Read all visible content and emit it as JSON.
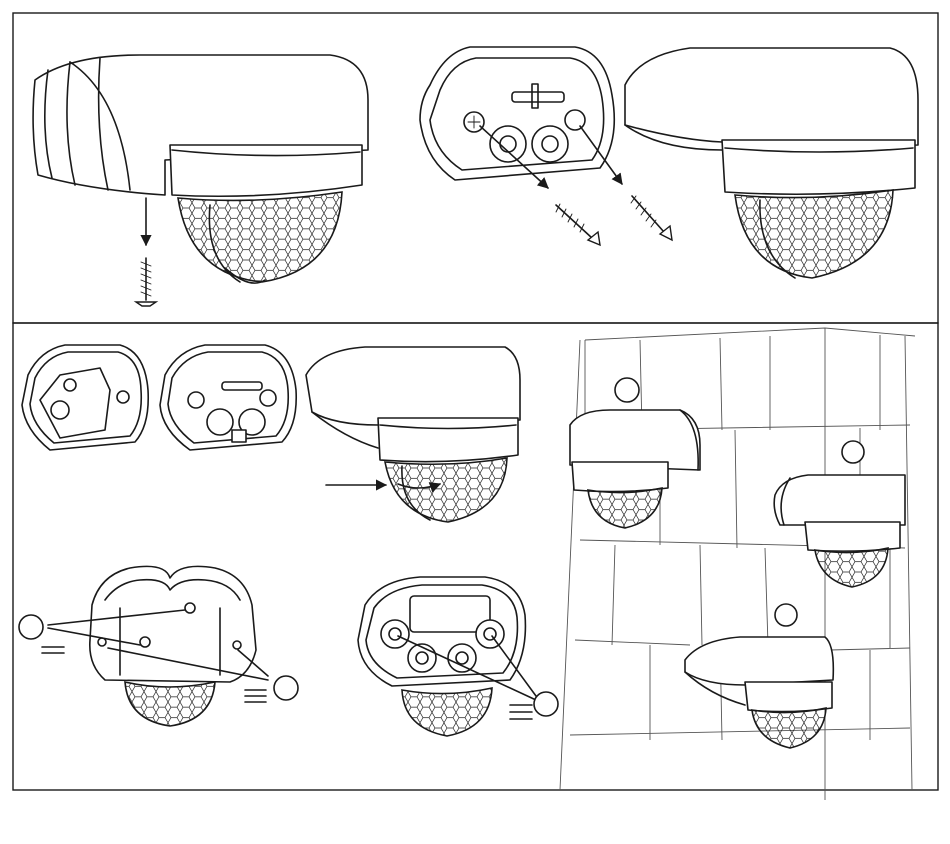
{
  "figure": {
    "panels": [
      {
        "id": "top",
        "steps": [
          "remove-sensor-head",
          "screw-mount-base",
          "assembled-unit"
        ]
      },
      {
        "id": "bottom",
        "steps": [
          "base-plates",
          "adjust-lens",
          "side-mount-screws",
          "base-mount-screws",
          "wall-positions"
        ]
      }
    ],
    "stroke_color": "#1a1a1a",
    "wall_line_color": "#555555",
    "callout_markers": [
      "empty-circle",
      "empty-circle",
      "empty-circle",
      "empty-circle",
      "empty-circle"
    ],
    "icons": [
      "screw-icon",
      "arrow-icon",
      "sensor-lens-icon"
    ]
  }
}
